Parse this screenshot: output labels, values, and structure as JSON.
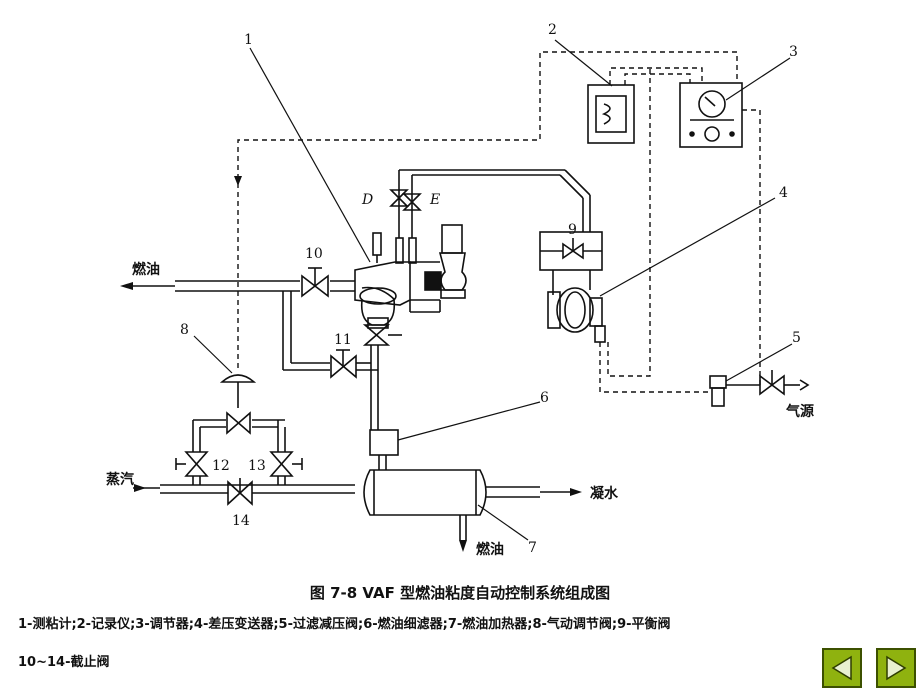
{
  "labels": {
    "n1": "1",
    "n2": "2",
    "n3": "3",
    "n4": "4",
    "n5": "5",
    "n6": "6",
    "n7": "7",
    "n8": "8",
    "n9": "9",
    "n10": "10",
    "n11": "11",
    "n12": "12",
    "n13": "13",
    "n14": "14",
    "D": "D",
    "E": "E",
    "fuel_in": "燃油",
    "steam": "蒸汽",
    "condensate": "凝水",
    "fuel_out": "燃油",
    "air_source": "气源"
  },
  "caption": "图 7-8   VAF 型燃油粘度自动控制系统组成图",
  "legend": {
    "line1": "1-测粘计;2-记录仪;3-调节器;4-差压变送器;5-过滤减压阀;6-燃油细滤器;7-燃油加热器;8-气动调节阀;9-平衡阀",
    "line2": "10~14-截止阀"
  },
  "nav": {
    "prev_icon": "triangle-left-icon",
    "next_icon": "triangle-right-icon",
    "color": "#8fb20f"
  }
}
